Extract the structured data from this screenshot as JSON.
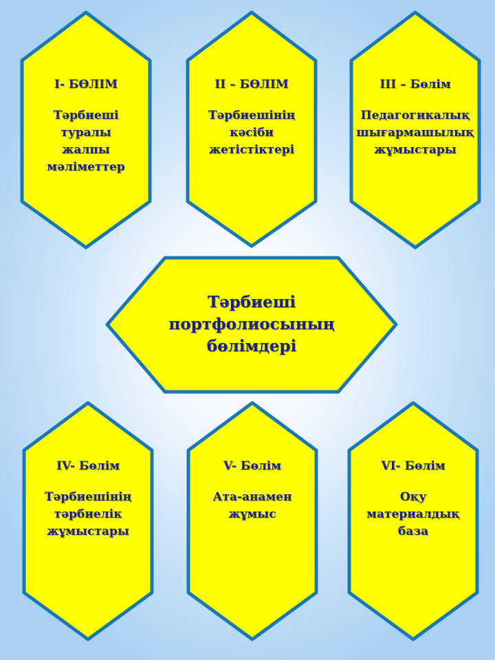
{
  "colors": {
    "hex_fill": "#ffff00",
    "hex_border": "#1b78b3",
    "text": "#1a1f8c"
  },
  "center": {
    "text": "Тәрбиеші\nпортфолиосының\nбөлімдері"
  },
  "sections": [
    {
      "header": "I- БӨЛІМ",
      "text": "Тәрбиеші\nтуралы\nжалпы\nмәліметтер"
    },
    {
      "header": "II – БӨЛІМ",
      "text": "Тәрбиешінің\nкәсіби\nжетістіктері"
    },
    {
      "header": "III – Бөлім",
      "text": "Педагогикалық\nшығармашылық\nжұмыстары"
    },
    {
      "header": "IV- Бөлім",
      "text": "Тәрбиешінің\nтәрбиелік\nжұмыстары"
    },
    {
      "header": "V- Бөлім",
      "text": "Ата-анамен\nжұмыс"
    },
    {
      "header": "VI- Бөлім",
      "text": "Оқу\nматериалдық\nбаза"
    }
  ]
}
